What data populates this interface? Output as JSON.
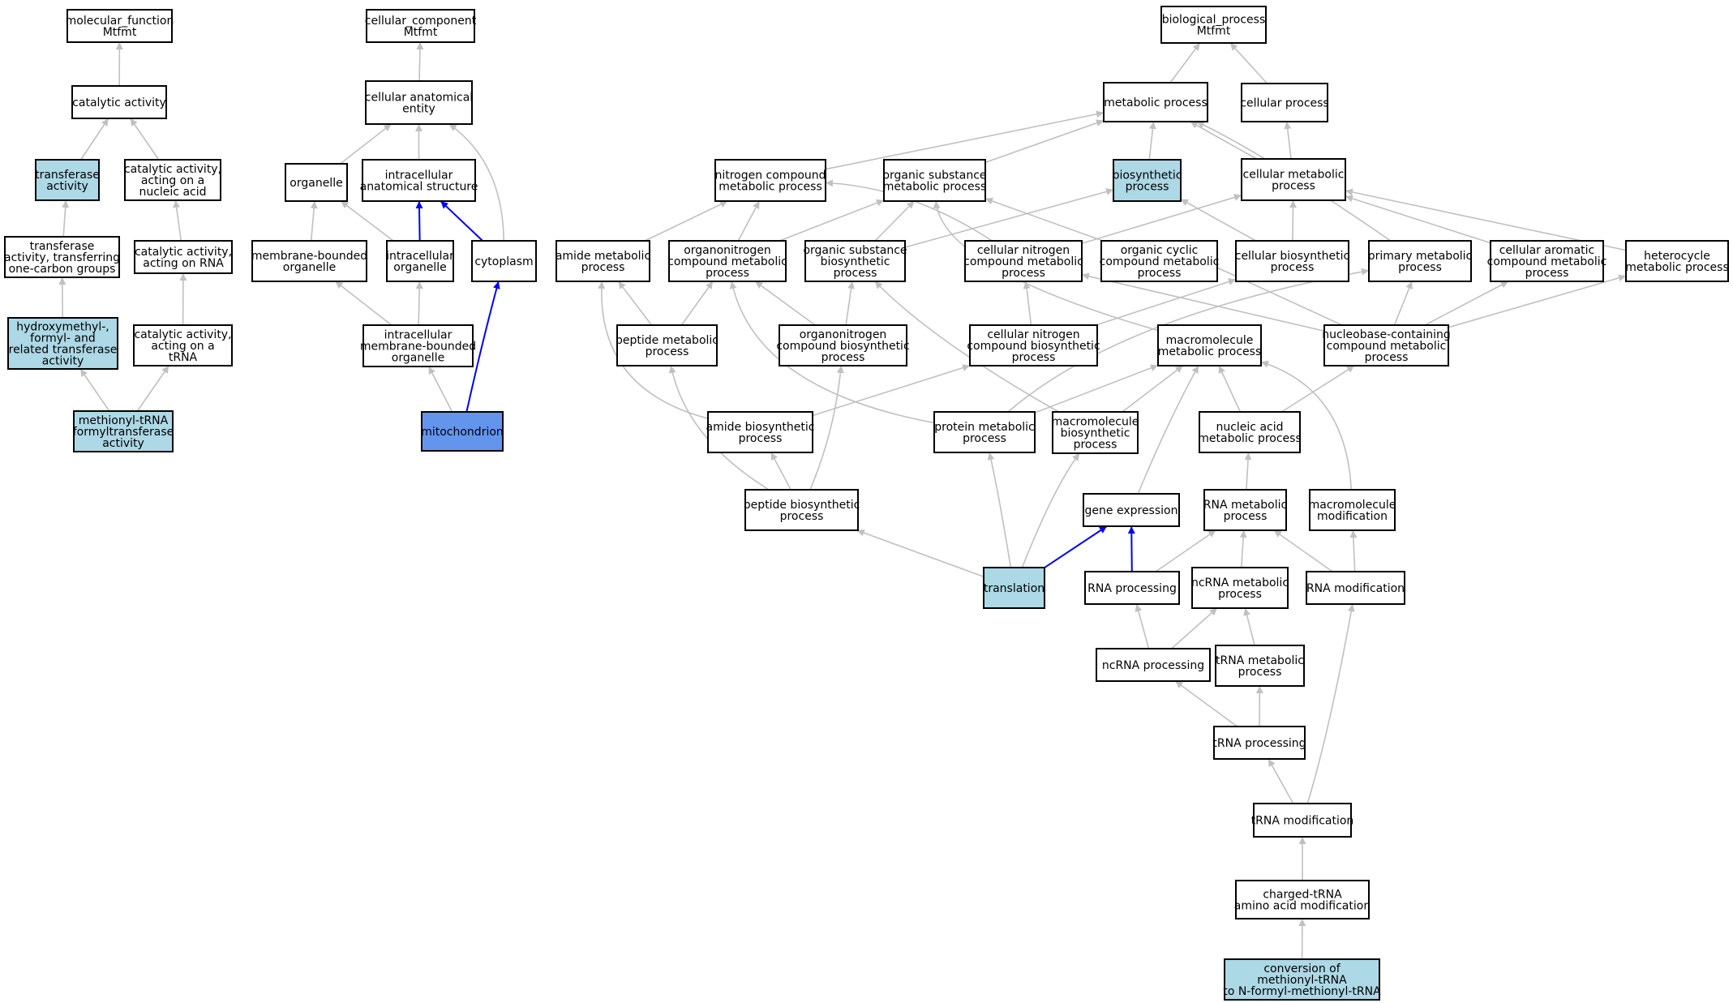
{
  "colors": {
    "node_default": "#ffffff",
    "node_highlight": "#add8e6",
    "node_focus": "#6495ed",
    "edge_default": "#c0c0c0",
    "edge_highlight": "#0000ff",
    "border": "#000000"
  },
  "nodes": [
    {
      "id": "mf",
      "lines": [
        "molecular_function",
        "Mtfmt"
      ],
      "fill": "node_default"
    },
    {
      "id": "catact",
      "lines": [
        "catalytic activity"
      ],
      "fill": "node_default"
    },
    {
      "id": "transact",
      "lines": [
        "transferase",
        "activity"
      ],
      "fill": "node_highlight"
    },
    {
      "id": "catnuc",
      "lines": [
        "catalytic activity,",
        "acting on a",
        "nucleic acid"
      ],
      "fill": "node_default"
    },
    {
      "id": "onecarbon",
      "lines": [
        "transferase",
        "activity, transferring",
        "one-carbon groups"
      ],
      "fill": "node_default"
    },
    {
      "id": "catrna",
      "lines": [
        "catalytic activity,",
        "acting on RNA"
      ],
      "fill": "node_default"
    },
    {
      "id": "hydroxy",
      "lines": [
        "hydroxymethyl-,",
        "formyl- and",
        "related transferase",
        "activity"
      ],
      "fill": "node_highlight"
    },
    {
      "id": "cattrna",
      "lines": [
        "catalytic activity,",
        "acting on a",
        "tRNA"
      ],
      "fill": "node_default"
    },
    {
      "id": "metform",
      "lines": [
        "methionyl-tRNA",
        "formyltransferase",
        "activity"
      ],
      "fill": "node_highlight"
    },
    {
      "id": "cc",
      "lines": [
        "cellular_component",
        "Mtfmt"
      ],
      "fill": "node_default"
    },
    {
      "id": "cae",
      "lines": [
        "cellular anatomical",
        "entity"
      ],
      "fill": "node_default"
    },
    {
      "id": "organelle",
      "lines": [
        "organelle"
      ],
      "fill": "node_default"
    },
    {
      "id": "ias",
      "lines": [
        "intracellular",
        "anatomical structure"
      ],
      "fill": "node_default"
    },
    {
      "id": "mbo",
      "lines": [
        "membrane-bounded",
        "organelle"
      ],
      "fill": "node_default"
    },
    {
      "id": "io",
      "lines": [
        "intracellular",
        "organelle"
      ],
      "fill": "node_default"
    },
    {
      "id": "cyto",
      "lines": [
        "cytoplasm"
      ],
      "fill": "node_default"
    },
    {
      "id": "imbo",
      "lines": [
        "intracellular",
        "membrane-bounded",
        "organelle"
      ],
      "fill": "node_default"
    },
    {
      "id": "mito",
      "lines": [
        "mitochondrion"
      ],
      "fill": "node_focus"
    },
    {
      "id": "bp",
      "lines": [
        "biological_process",
        "Mtfmt"
      ],
      "fill": "node_default"
    },
    {
      "id": "metab",
      "lines": [
        "metabolic process"
      ],
      "fill": "node_default"
    },
    {
      "id": "cellproc",
      "lines": [
        "cellular process"
      ],
      "fill": "node_default"
    },
    {
      "id": "ncmp",
      "lines": [
        "nitrogen compound",
        "metabolic process"
      ],
      "fill": "node_default"
    },
    {
      "id": "osmp",
      "lines": [
        "organic substance",
        "metabolic process"
      ],
      "fill": "node_default"
    },
    {
      "id": "biosyn",
      "lines": [
        "biosynthetic",
        "process"
      ],
      "fill": "node_highlight"
    },
    {
      "id": "cmp",
      "lines": [
        "cellular metabolic",
        "process"
      ],
      "fill": "node_default"
    },
    {
      "id": "amidemp",
      "lines": [
        "amide metabolic",
        "process"
      ],
      "fill": "node_default"
    },
    {
      "id": "oncmp",
      "lines": [
        "organonitrogen",
        "compound metabolic",
        "process"
      ],
      "fill": "node_default"
    },
    {
      "id": "osbp",
      "lines": [
        "organic substance",
        "biosynthetic",
        "process"
      ],
      "fill": "node_default"
    },
    {
      "id": "cncmp",
      "lines": [
        "cellular nitrogen",
        "compound metabolic",
        "process"
      ],
      "fill": "node_default"
    },
    {
      "id": "occmp",
      "lines": [
        "organic cyclic",
        "compound metabolic",
        "process"
      ],
      "fill": "node_default"
    },
    {
      "id": "cbp",
      "lines": [
        "cellular biosynthetic",
        "process"
      ],
      "fill": "node_default"
    },
    {
      "id": "primp",
      "lines": [
        "primary metabolic",
        "process"
      ],
      "fill": "node_default"
    },
    {
      "id": "cacmp",
      "lines": [
        "cellular aromatic",
        "compound metabolic",
        "process"
      ],
      "fill": "node_default"
    },
    {
      "id": "hetero",
      "lines": [
        "heterocycle",
        "metabolic process"
      ],
      "fill": "node_default"
    },
    {
      "id": "peptmp",
      "lines": [
        "peptide metabolic",
        "process"
      ],
      "fill": "node_default"
    },
    {
      "id": "oncbp",
      "lines": [
        "organonitrogen",
        "compound biosynthetic",
        "process"
      ],
      "fill": "node_default"
    },
    {
      "id": "cncbp",
      "lines": [
        "cellular nitrogen",
        "compound biosynthetic",
        "process"
      ],
      "fill": "node_default"
    },
    {
      "id": "macromp",
      "lines": [
        "macromolecule",
        "metabolic process"
      ],
      "fill": "node_default"
    },
    {
      "id": "nbcmp",
      "lines": [
        "nucleobase-containing",
        "compound metabolic",
        "process"
      ],
      "fill": "node_default"
    },
    {
      "id": "amidebp",
      "lines": [
        "amide biosynthetic",
        "process"
      ],
      "fill": "node_default"
    },
    {
      "id": "protmp",
      "lines": [
        "protein metabolic",
        "process"
      ],
      "fill": "node_default"
    },
    {
      "id": "macrobp",
      "lines": [
        "macromolecule",
        "biosynthetic",
        "process"
      ],
      "fill": "node_default"
    },
    {
      "id": "namp",
      "lines": [
        "nucleic acid",
        "metabolic process"
      ],
      "fill": "node_default"
    },
    {
      "id": "peptbp",
      "lines": [
        "peptide biosynthetic",
        "process"
      ],
      "fill": "node_default"
    },
    {
      "id": "geneexp",
      "lines": [
        "gene expression"
      ],
      "fill": "node_default"
    },
    {
      "id": "rnamp",
      "lines": [
        "RNA metabolic",
        "process"
      ],
      "fill": "node_default"
    },
    {
      "id": "macromod",
      "lines": [
        "macromolecule",
        "modification"
      ],
      "fill": "node_default"
    },
    {
      "id": "transl",
      "lines": [
        "translation"
      ],
      "fill": "node_highlight"
    },
    {
      "id": "rnaproc",
      "lines": [
        "RNA processing"
      ],
      "fill": "node_default"
    },
    {
      "id": "ncrnamp",
      "lines": [
        "ncRNA metabolic",
        "process"
      ],
      "fill": "node_default"
    },
    {
      "id": "rnamod",
      "lines": [
        "RNA modification"
      ],
      "fill": "node_default"
    },
    {
      "id": "ncrnaproc",
      "lines": [
        "ncRNA processing"
      ],
      "fill": "node_default"
    },
    {
      "id": "trnamp",
      "lines": [
        "tRNA metabolic",
        "process"
      ],
      "fill": "node_default"
    },
    {
      "id": "trnaproc",
      "lines": [
        "tRNA processing"
      ],
      "fill": "node_default"
    },
    {
      "id": "trnamod",
      "lines": [
        "tRNA modification"
      ],
      "fill": "node_default"
    },
    {
      "id": "charged",
      "lines": [
        "charged-tRNA",
        "amino acid modification"
      ],
      "fill": "node_default"
    },
    {
      "id": "conv",
      "lines": [
        "conversion of",
        "methionyl-tRNA",
        "to N-formyl-methionyl-tRNA"
      ],
      "fill": "node_highlight"
    }
  ],
  "edges": [
    {
      "from": "catact",
      "to": "mf"
    },
    {
      "from": "transact",
      "to": "catact"
    },
    {
      "from": "catnuc",
      "to": "catact"
    },
    {
      "from": "onecarbon",
      "to": "transact"
    },
    {
      "from": "catrna",
      "to": "catnuc"
    },
    {
      "from": "hydroxy",
      "to": "onecarbon"
    },
    {
      "from": "cattrna",
      "to": "catrna"
    },
    {
      "from": "metform",
      "to": "hydroxy"
    },
    {
      "from": "metform",
      "to": "cattrna"
    },
    {
      "from": "cae",
      "to": "cc"
    },
    {
      "from": "organelle",
      "to": "cae"
    },
    {
      "from": "ias",
      "to": "cae"
    },
    {
      "from": "cyto",
      "to": "cae"
    },
    {
      "from": "mbo",
      "to": "organelle"
    },
    {
      "from": "io",
      "to": "organelle"
    },
    {
      "from": "io",
      "to": "ias",
      "hl": true
    },
    {
      "from": "cyto",
      "to": "ias",
      "hl": true
    },
    {
      "from": "imbo",
      "to": "mbo"
    },
    {
      "from": "imbo",
      "to": "io"
    },
    {
      "from": "mito",
      "to": "imbo"
    },
    {
      "from": "mito",
      "to": "cyto",
      "hl": true
    },
    {
      "from": "metab",
      "to": "bp"
    },
    {
      "from": "cellproc",
      "to": "bp"
    },
    {
      "from": "ncmp",
      "to": "metab"
    },
    {
      "from": "osmp",
      "to": "metab"
    },
    {
      "from": "biosyn",
      "to": "metab"
    },
    {
      "from": "cmp",
      "to": "metab"
    },
    {
      "from": "cmp",
      "to": "cellproc"
    },
    {
      "from": "primp",
      "to": "metab"
    },
    {
      "from": "amidemp",
      "to": "ncmp"
    },
    {
      "from": "oncmp",
      "to": "ncmp"
    },
    {
      "from": "oncmp",
      "to": "osmp"
    },
    {
      "from": "osbp",
      "to": "osmp"
    },
    {
      "from": "osbp",
      "to": "biosyn"
    },
    {
      "from": "cncmp",
      "to": "ncmp"
    },
    {
      "from": "cncmp",
      "to": "cmp"
    },
    {
      "from": "occmp",
      "to": "osmp"
    },
    {
      "from": "cbp",
      "to": "biosyn"
    },
    {
      "from": "cbp",
      "to": "cmp"
    },
    {
      "from": "cacmp",
      "to": "cmp"
    },
    {
      "from": "hetero",
      "to": "cmp"
    },
    {
      "from": "macromp",
      "to": "osmp"
    },
    {
      "from": "peptmp",
      "to": "amidemp"
    },
    {
      "from": "peptmp",
      "to": "oncmp"
    },
    {
      "from": "oncbp",
      "to": "oncmp"
    },
    {
      "from": "oncbp",
      "to": "osbp"
    },
    {
      "from": "cncbp",
      "to": "cncmp"
    },
    {
      "from": "cncbp",
      "to": "cbp"
    },
    {
      "from": "nbcmp",
      "to": "cncmp"
    },
    {
      "from": "nbcmp",
      "to": "occmp"
    },
    {
      "from": "nbcmp",
      "to": "primp"
    },
    {
      "from": "nbcmp",
      "to": "cacmp"
    },
    {
      "from": "nbcmp",
      "to": "hetero"
    },
    {
      "from": "amidebp",
      "to": "amidemp"
    },
    {
      "from": "amidebp",
      "to": "cncbp"
    },
    {
      "from": "protmp",
      "to": "oncmp"
    },
    {
      "from": "protmp",
      "to": "primp"
    },
    {
      "from": "protmp",
      "to": "macromp"
    },
    {
      "from": "macrobp",
      "to": "osbp"
    },
    {
      "from": "macrobp",
      "to": "macromp"
    },
    {
      "from": "namp",
      "to": "macromp"
    },
    {
      "from": "namp",
      "to": "nbcmp"
    },
    {
      "from": "peptbp",
      "to": "peptmp"
    },
    {
      "from": "peptbp",
      "to": "oncbp"
    },
    {
      "from": "peptbp",
      "to": "amidebp"
    },
    {
      "from": "geneexp",
      "to": "macromp"
    },
    {
      "from": "rnamp",
      "to": "namp"
    },
    {
      "from": "macromod",
      "to": "macromp"
    },
    {
      "from": "transl",
      "to": "peptbp"
    },
    {
      "from": "transl",
      "to": "protmp"
    },
    {
      "from": "transl",
      "to": "macrobp"
    },
    {
      "from": "transl",
      "to": "geneexp",
      "hl": true
    },
    {
      "from": "rnaproc",
      "to": "geneexp",
      "hl": true
    },
    {
      "from": "rnaproc",
      "to": "rnamp"
    },
    {
      "from": "ncrnamp",
      "to": "rnamp"
    },
    {
      "from": "rnamod",
      "to": "rnamp"
    },
    {
      "from": "rnamod",
      "to": "macromod"
    },
    {
      "from": "ncrnaproc",
      "to": "rnaproc"
    },
    {
      "from": "ncrnaproc",
      "to": "ncrnamp"
    },
    {
      "from": "trnamp",
      "to": "ncrnamp"
    },
    {
      "from": "trnaproc",
      "to": "ncrnaproc"
    },
    {
      "from": "trnaproc",
      "to": "trnamp"
    },
    {
      "from": "trnamod",
      "to": "trnaproc"
    },
    {
      "from": "trnamod",
      "to": "rnamod"
    },
    {
      "from": "charged",
      "to": "trnamod"
    },
    {
      "from": "conv",
      "to": "charged"
    }
  ]
}
